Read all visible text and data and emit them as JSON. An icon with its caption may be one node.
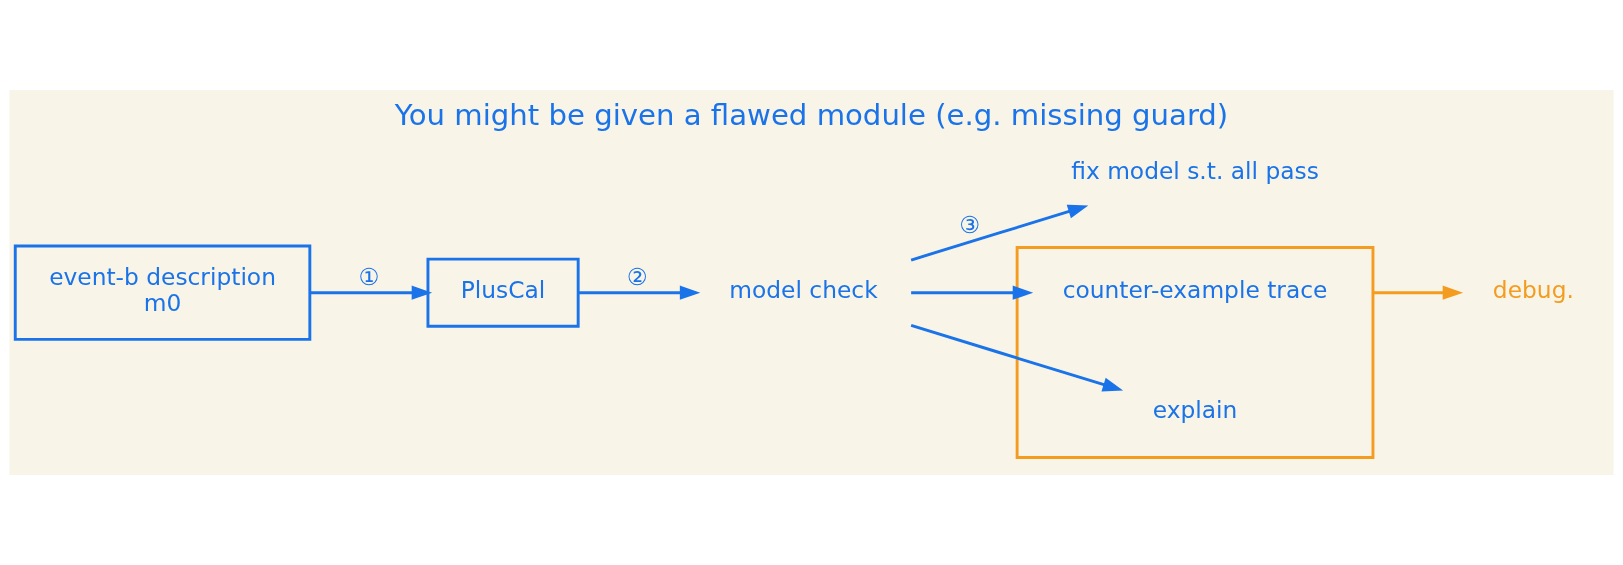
{
  "diagram": {
    "title": "You might be given a flawed module (e.g. missing guard)",
    "nodes": [
      {
        "text": [
          "event-b description",
          "m0"
        ]
      },
      {
        "text": [
          "PlusCal"
        ]
      },
      {
        "text": [
          "model check"
        ]
      },
      {
        "text": [
          "fix model s.t. all pass"
        ]
      },
      {
        "text": [],
        "shape": "box"
      },
      {
        "text": [
          "counter-example trace"
        ],
        "in": 4
      },
      {
        "text": [
          "explain"
        ],
        "in": 4
      },
      {
        "text": [
          "debug."
        ]
      }
    ],
    "edges": [
      {
        "from": 0,
        "to": 1,
        "arrow": "to",
        "label": "①"
      },
      {
        "from": 1,
        "to": 2,
        "arrow": "to",
        "label": "②"
      },
      {
        "from": 2,
        "to": 3,
        "arrow": "to",
        "label": "③"
      },
      {
        "from": 2,
        "to": 5,
        "arrow": "to"
      },
      {
        "from": 2,
        "to": 6,
        "arrow": "to"
      },
      {
        "from": 4,
        "to": 7,
        "arrow": "to",
        "color": "#f39c1f"
      }
    ]
  }
}
